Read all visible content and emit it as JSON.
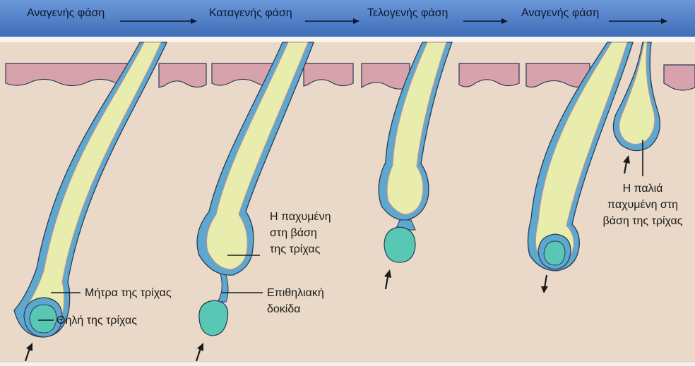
{
  "header": {
    "phases": [
      {
        "label": "Αναγενής φάση"
      },
      {
        "label": "Καταγενής φάση"
      },
      {
        "label": "Τελογενής φάση"
      },
      {
        "label": "Αναγενής φάση"
      }
    ]
  },
  "labels": {
    "matrix": "Μήτρα της τρίχας",
    "papilla": "Θηλή της τρίχας",
    "club_line1": "Η παχυμένη",
    "club_line2": "στη βάση",
    "club_line3": "της τρίχας",
    "strand_line1": "Επιθηλιακή",
    "strand_line2": "δοκίδα",
    "old_club_line1": "Η παλιά",
    "old_club_line2": "παχυμένη στη",
    "old_club_line3": "βάση της τρίχας"
  },
  "colors": {
    "header_bg": "#4f7fc8",
    "skin_band": "#d8a2ac",
    "dermis": "#ead9c8",
    "hair": "#e8ecac",
    "sheath_blue": "#5ea8d0",
    "papilla": "#58c8b4",
    "outline": "#2a3a55"
  }
}
